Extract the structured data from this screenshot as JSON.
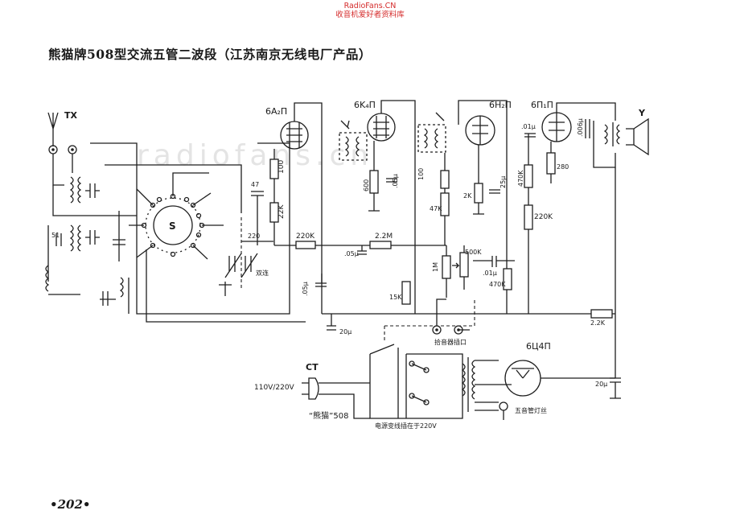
{
  "watermark": {
    "site": "RadioFans.CN",
    "subtitle": "收音机爱好者资料库"
  },
  "title": "熊猫牌508型交流五管二波段（江苏南京无线电厂产品）",
  "page_number": "•202•",
  "watermark_faint": "radiofans.cn",
  "tubes": [
    {
      "id": "6A2П",
      "label": "6A₂П"
    },
    {
      "id": "6K4П",
      "label": "6K₄П"
    },
    {
      "id": "6H2П",
      "label": "6H₂П"
    },
    {
      "id": "6П1П",
      "label": "6П₁П"
    },
    {
      "id": "6Ц4П",
      "label": "6Ц4П"
    }
  ],
  "labels": {
    "antenna": "TX",
    "speaker": "Y",
    "switch": "S",
    "cord": "CT",
    "mains": "110V/220V",
    "brand": "“熊猫”508",
    "dual_cap": "双连",
    "phono": "拾音器插口",
    "mains_note": "电源变线插在于220V",
    "pilot": "五音管灯丝"
  },
  "components": {
    "r_100a": "100",
    "r_22k": "22K",
    "c_47": "47",
    "c_220": "220",
    "r_220k": "220K",
    "r_22m": "2.2M",
    "c_05a": ".05μ",
    "r_600": "600",
    "c_05b": ".05μ",
    "r_100b": "100",
    "r_47k": "47K",
    "r_2k": "2K",
    "c_25": "25μ",
    "r_1m": "1M",
    "r_15k": "15K",
    "pot_500k": "500K",
    "c_01a": ".01μ",
    "r_470ka": "470K",
    "c_01b": ".01μ",
    "r_470kb": "470K",
    "r_280": "280",
    "r_220k_b": "220K",
    "c_006": ".006μ",
    "r_22k_b": "2.2K",
    "c_20a": "20μ",
    "c_20b": "20μ",
    "c_05c": ".05μ",
    "c_51": "51"
  }
}
